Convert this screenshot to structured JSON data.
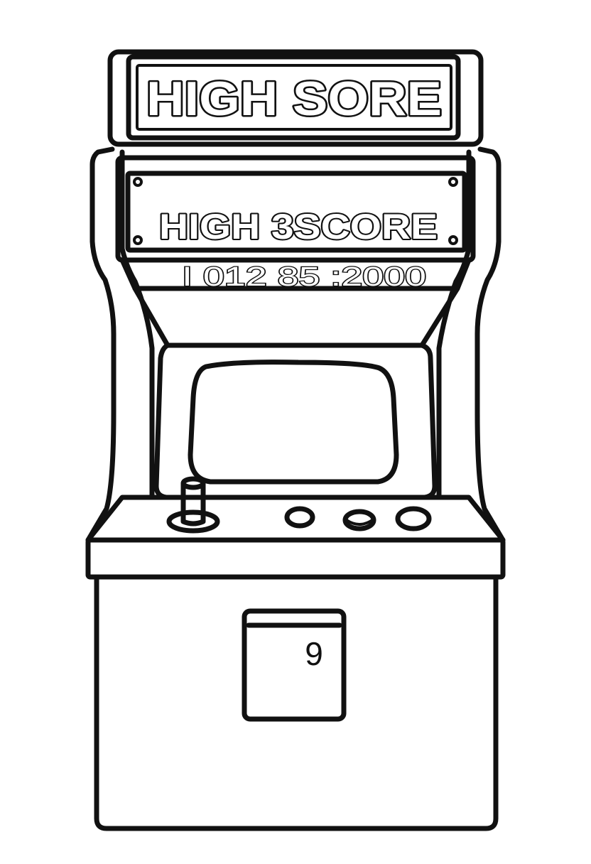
{
  "marquee": {
    "title": "HIGH  SORE"
  },
  "sign": {
    "title": "HIGH 3SCORE"
  },
  "score_display": {
    "text": "I 012  85 :2000"
  },
  "coin_door": {
    "label": "9"
  },
  "colors": {
    "ink": "#111111",
    "paper": "#ffffff"
  }
}
